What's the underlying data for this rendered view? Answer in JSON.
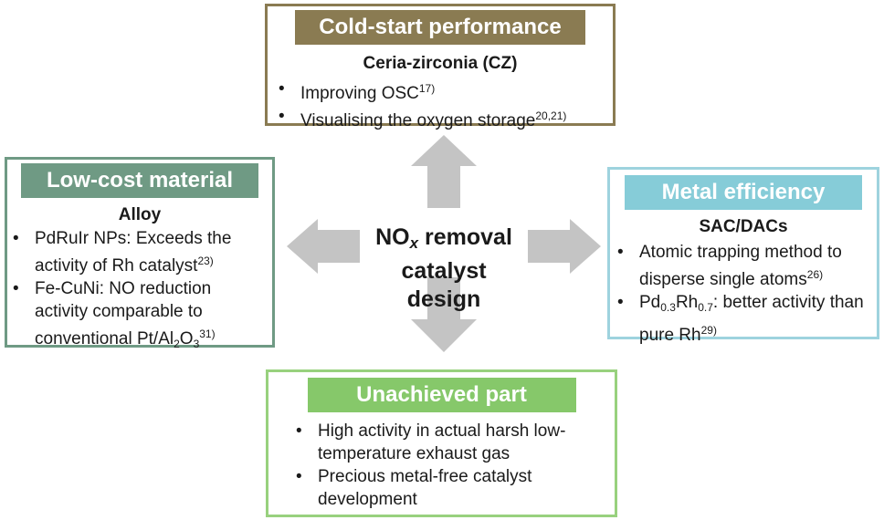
{
  "center": {
    "line1_prefix": "NO",
    "line1_sub": "x",
    "line1_suffix": " removal",
    "line2": "catalyst design"
  },
  "cold_start": {
    "header": "Cold-start performance",
    "subtitle": "Ceria-zirconia (CZ)",
    "item1": "Improving OSC",
    "item1_ref": "17)",
    "item2": "Visualising the oxygen storage",
    "item2_ref": "20,21)"
  },
  "low_cost": {
    "header": "Low-cost material",
    "subtitle": "Alloy",
    "item1": "PdRuIr NPs: Exceeds the activity of Rh catalyst",
    "item1_ref": "23)",
    "item2": "Fe-CuNi: NO reduction activity comparable to conventional Pt/Al",
    "item2_sub1": "2",
    "item2_mid": "O",
    "item2_sub2": "3",
    "item2_ref": "31)"
  },
  "metal_efficiency": {
    "header": "Metal efficiency",
    "subtitle": "SAC/DACs",
    "item1": "Atomic trapping method to disperse single atoms",
    "item1_ref": "26)",
    "item2_a": "Pd",
    "item2_sub1": "0.3",
    "item2_b": "Rh",
    "item2_sub2": "0.7",
    "item2_c": ": better activity than pure Rh",
    "item2_ref": "29)"
  },
  "unachieved": {
    "header": "Unachieved part",
    "item1": "High activity in actual harsh low-temperature exhaust gas",
    "item2": "Precious metal-free catalyst development"
  },
  "colors": {
    "cold": "#8a7b52",
    "low": "#6f9a84",
    "metal": "#86ccd8",
    "unachieved": "#86c86a",
    "arrow": "#c4c4c4"
  }
}
